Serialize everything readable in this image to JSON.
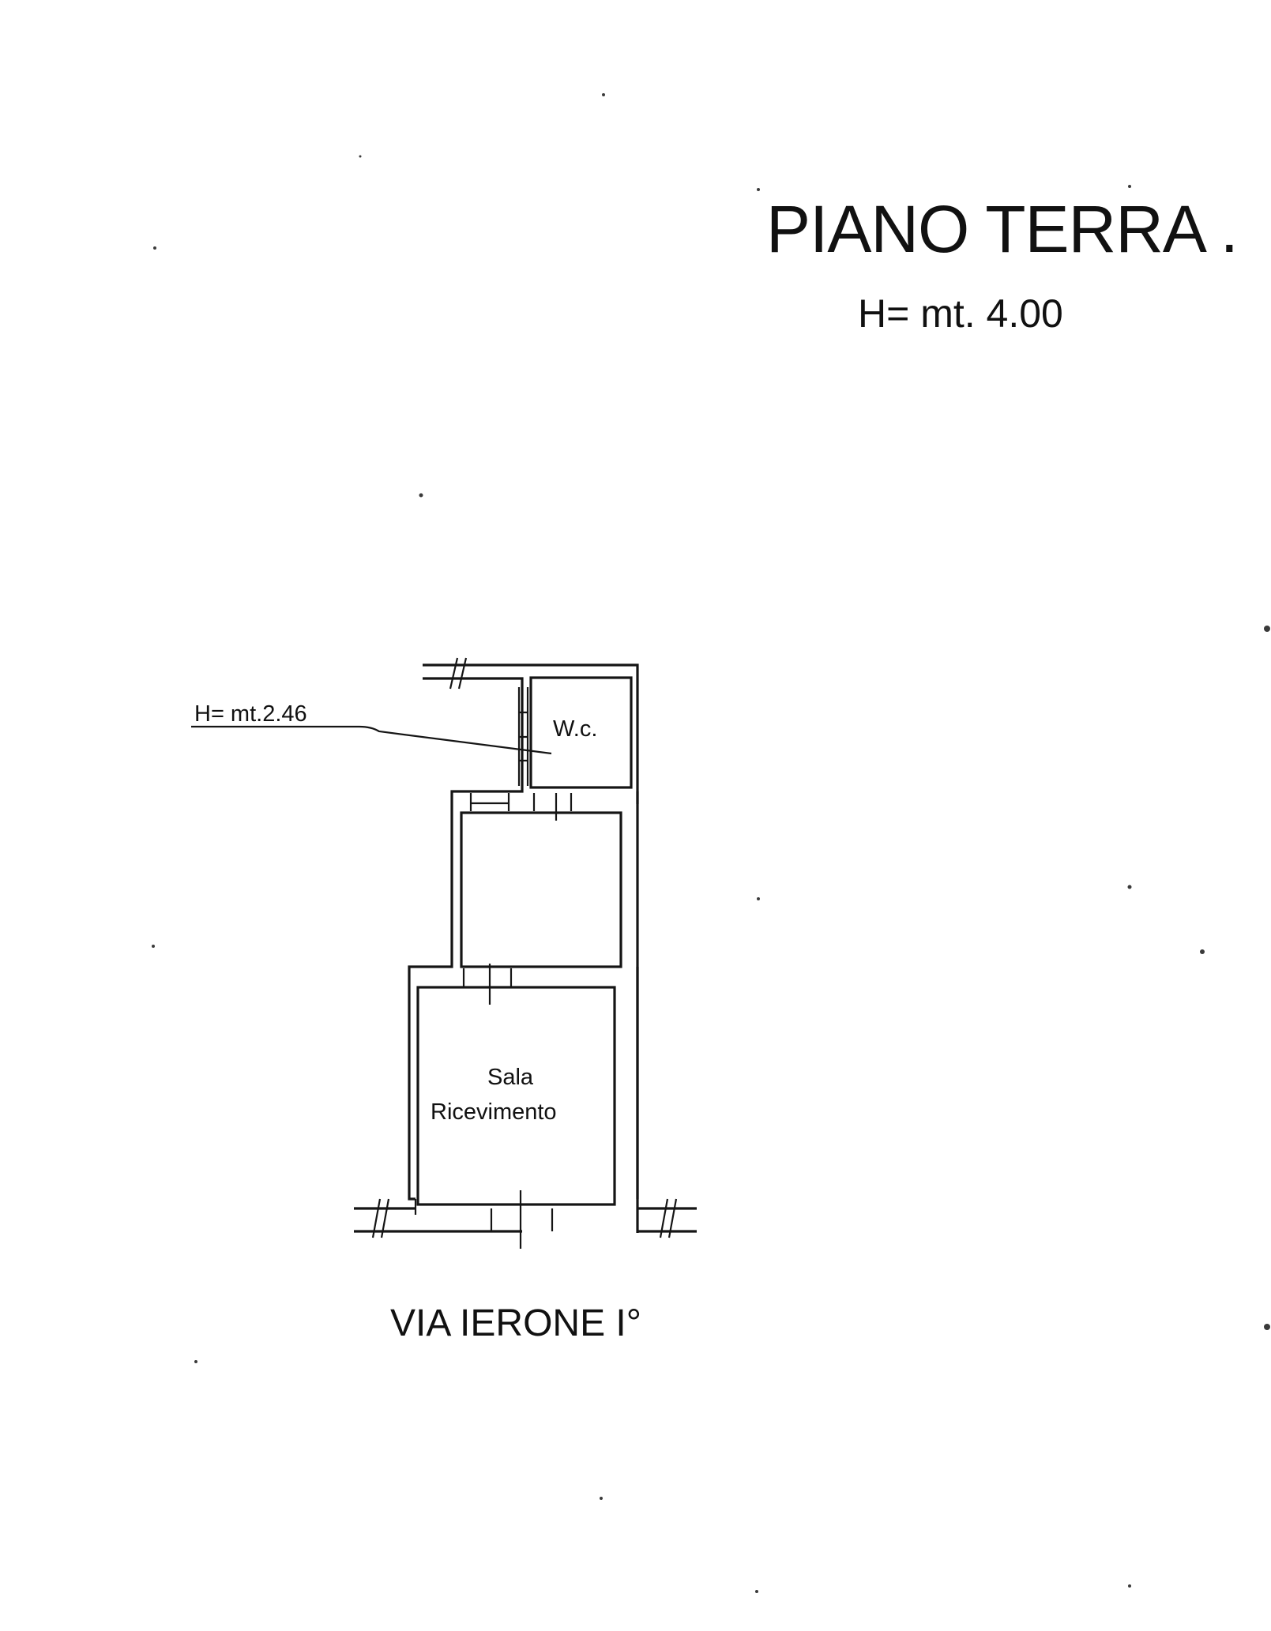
{
  "plan": {
    "title": "PIANO TERRA .",
    "height": "H= mt. 4.00",
    "street": "VIA IERONE I°",
    "rooms": {
      "wc": "W.c.",
      "reception_line1": "Sala",
      "reception_line2": "Ricevimento"
    },
    "mezzanine_height": "H= mt.2.46"
  }
}
